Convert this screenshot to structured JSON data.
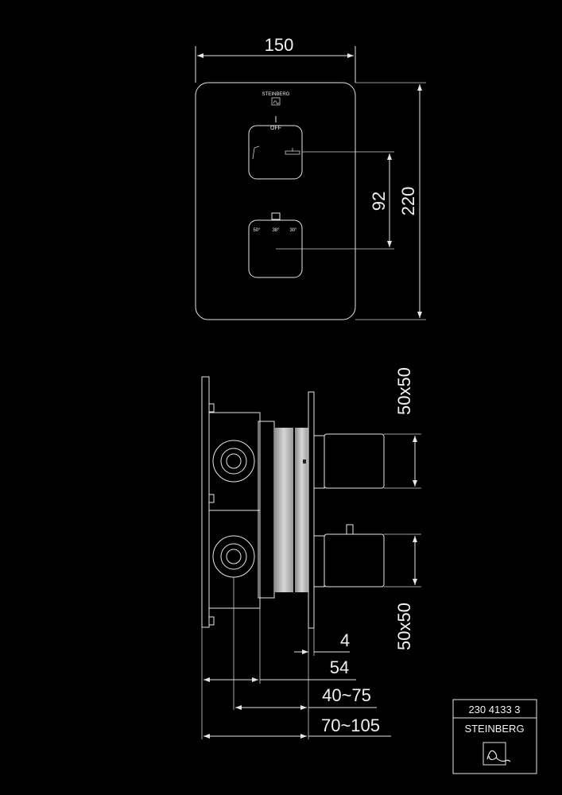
{
  "front_view": {
    "width_dim": "150",
    "height_dim": "220",
    "spacing_dim": "92",
    "brand_mark": "STEINBERG",
    "off_label": "OFF",
    "temp_labels": [
      "50°",
      "38°",
      "30°"
    ]
  },
  "side_view": {
    "top_valve_dim": "50x50",
    "bottom_valve_dim": "50x50",
    "plate_dim": "4",
    "body_dim": "54",
    "depth_dim_1": "40~75",
    "depth_dim_2": "70~105"
  },
  "title_block": {
    "article_number": "230 4133 3",
    "brand": "STEINBERG"
  }
}
